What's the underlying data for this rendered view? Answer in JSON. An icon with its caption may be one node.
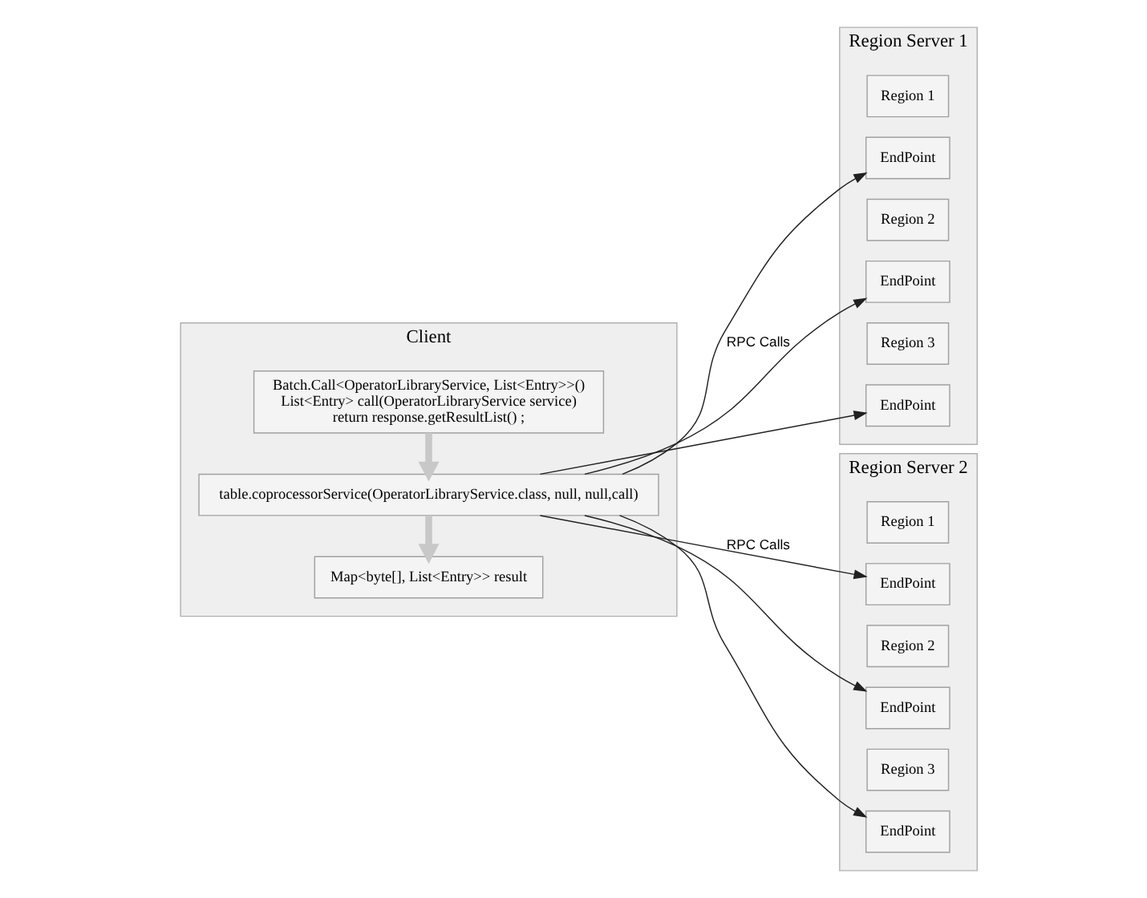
{
  "diagram": {
    "nodes": [
      {
        "text": [
          "Client"
        ]
      },
      {
        "text": [
          "Batch.Call<OperatorLibraryService, List<Entry>>()",
          "List<Entry> call(OperatorLibraryService service)",
          "return response.getResultList() ;"
        ],
        "in": 0
      },
      {
        "text": [
          "table.coprocessorService(OperatorLibraryService.class, null, null,call)"
        ],
        "in": 0
      },
      {
        "text": [
          "Map<byte[], List<Entry>> result"
        ],
        "in": 0
      },
      {
        "text": [
          "Region Server 1"
        ]
      },
      {
        "text": [
          "EndPoint"
        ],
        "in": 4
      },
      {
        "text": [
          "Region 1"
        ],
        "in": 4
      },
      {
        "text": [
          "EndPoint"
        ],
        "in": 4
      },
      {
        "text": [
          "Region 2"
        ],
        "in": 4
      },
      {
        "text": [
          "EndPoint"
        ],
        "in": 4
      },
      {
        "text": [
          "Region 3"
        ],
        "in": 4
      },
      {
        "text": [
          "Region Server 2"
        ]
      },
      {
        "text": [
          "EndPoint"
        ],
        "in": 11
      },
      {
        "text": [
          "Region 1"
        ],
        "in": 11
      },
      {
        "text": [
          "EndPoint"
        ],
        "in": 11
      },
      {
        "text": [
          "Region 2"
        ],
        "in": 11
      },
      {
        "text": [
          "EndPoint"
        ],
        "in": 11
      },
      {
        "text": [
          "Region 3"
        ],
        "in": 11
      }
    ],
    "edges": [
      {
        "from": 1,
        "to": 2,
        "arrow": "to",
        "style": "thick",
        "color": "#c8c8c8"
      },
      {
        "from": 2,
        "to": 3,
        "arrow": "to",
        "style": "thick",
        "color": "#c8c8c8"
      },
      {
        "from": 2,
        "to": 5,
        "arrow": "to"
      },
      {
        "from": 2,
        "to": 7,
        "arrow": "to",
        "label": "RPC Calls"
      },
      {
        "from": 2,
        "to": 9,
        "arrow": "to"
      },
      {
        "from": 2,
        "to": 12,
        "arrow": "to",
        "label": "RPC Calls"
      },
      {
        "from": 2,
        "to": 14,
        "arrow": "to"
      },
      {
        "from": 2,
        "to": 16,
        "arrow": "to"
      }
    ]
  }
}
